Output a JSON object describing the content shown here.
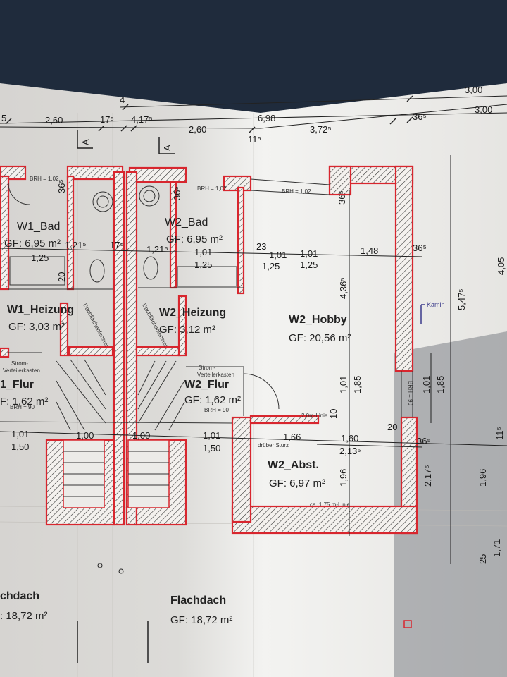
{
  "top_dims": {
    "d_4": "4",
    "d_3_00a": "3,00",
    "d_3_00b": "3,00",
    "d_5": "5",
    "d_2_60a": "2,60",
    "d_17_5a": "17⁵",
    "d_4_17_5": "4,17⁵",
    "d_2_60b": "2,60",
    "d_6_98": "6,98",
    "d_11_5": "11⁵",
    "d_3_72_5": "3,72⁵",
    "d_36_5": "36⁵"
  },
  "section_marks": {
    "a1": "A",
    "a2": "A"
  },
  "rooms": {
    "w1_bad": {
      "name": "W1_Bad",
      "area": "GF: 6,95 m²"
    },
    "w2_bad": {
      "name": "W2_Bad",
      "area": "GF: 6,95 m²"
    },
    "w1_heizung": {
      "name": "W1_Heizung",
      "area": "GF: 3,03 m²"
    },
    "w2_heizung": {
      "name": "W2_Heizung",
      "area": "GF: 3,12 m²"
    },
    "w2_hobby": {
      "name": "W2_Hobby",
      "area": "GF: 20,56 m²"
    },
    "w1_flur": {
      "name": "1_Flur",
      "area": "F: 1,62 m²"
    },
    "w2_flur": {
      "name": "W2_Flur",
      "area": "GF: 1,62 m²"
    },
    "w2_abst": {
      "name": "W2_Abst.",
      "area": "GF: 6,97 m²"
    },
    "flachdach_l": {
      "name": "chdach",
      "area": ": 18,72 m²"
    },
    "flachdach_r": {
      "name": "Flachdach",
      "area": "GF: 18,72 m²"
    }
  },
  "notes": {
    "kamin": "Kamin",
    "strom1": "Strom-",
    "strom1b": "Verteilerkasten",
    "strom2": "Strom-",
    "strom2b": "Verteilerkasten",
    "brh": "BRH = 1,02",
    "brh2": "BRH = 1,02",
    "brh3": "BRH = 1,02",
    "brh4": "BRH = 90",
    "brh5": "BRH = 90",
    "brh6": "BRH = 90",
    "dach1": "Dachflächenfenster",
    "dach2": "Dachflächenfenster",
    "sturz": "drüber Sturz",
    "linie1": "2,0m-Linie",
    "linie2": "ca. 1,75 m-Linie"
  },
  "inner_dims": {
    "d365_a": "36⁵",
    "d365_b": "36⁵",
    "d365_c": "36⁵",
    "d1_21_5a": "1,21⁵",
    "d1_21_5b": "1,21⁵",
    "d17_5": "17⁵",
    "d1_01a": "1,01",
    "d1_25a": "1,25",
    "d1_01b": "1,01",
    "d1_25b": "1,25",
    "d1_01c": "1,01",
    "d1_25c": "1,25",
    "d1_48": "1,48",
    "d36_5_r": "36⁵",
    "d23": "23",
    "d1_25_w1": "1,25",
    "d20": "20",
    "d4_36_5": "4,36⁵",
    "d1_01_v": "1,01",
    "d1_85_v": "1,85",
    "d1_01_v2": "1,01",
    "d1_85_v2": "1,85",
    "d5_47_5": "5,47⁵",
    "d4_05": "4,05",
    "d1_01_f1": "1,01",
    "d1_50_f1": "1,50",
    "d1_01_f2": "1,01",
    "d1_50_f2": "1,50",
    "d1_00a": "1,00",
    "d1_00b": "1,00",
    "d1_66": "1,66",
    "d1_60": "1,60",
    "d2_13_5": "2,13⁵",
    "d2_17_5": "2,17⁵",
    "d1_96a": "1,96",
    "d1_96b": "1,96",
    "d20b": "20",
    "d36_5_ab": "36⁵",
    "d11_5": "11⁵",
    "d10": "10",
    "d1_71": "1,71",
    "d25": "25"
  },
  "colors": {
    "wall": "#d8262e",
    "hatch": "#2a2a2a",
    "paper": "#ecebe8",
    "shadow": "#1e2a3a"
  }
}
